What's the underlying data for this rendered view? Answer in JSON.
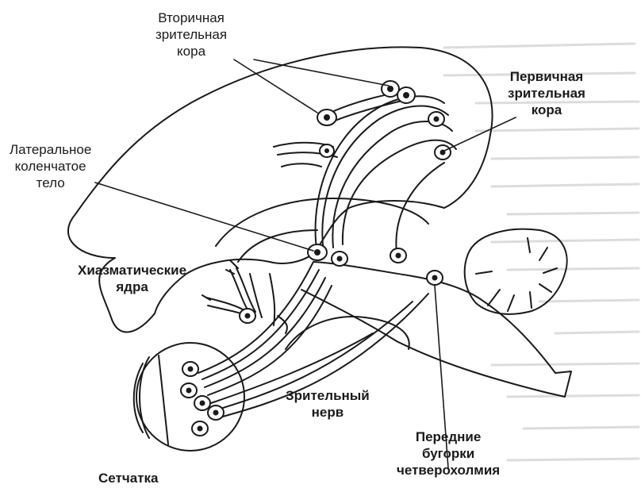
{
  "labels": {
    "secondary_cortex": [
      "Вторичная",
      "зрительная",
      "кора"
    ],
    "primary_cortex": [
      "Первичная",
      "зрительная",
      "кора"
    ],
    "lateral_geniculate": [
      "Латеральное",
      "коленчатое",
      "тело"
    ],
    "chiasmatic_nuclei": [
      "Хиазматические",
      "ядра"
    ],
    "optic_nerve": [
      "Зрительный",
      "нерв"
    ],
    "superior_colliculi": [
      "Передние",
      "бугорки",
      "четверохолмия"
    ],
    "retina": "Сетчатка"
  },
  "colors": {
    "ink": "#1a1a1a",
    "paper": "#ffffff",
    "bleed_through": "#d4d4d4"
  }
}
